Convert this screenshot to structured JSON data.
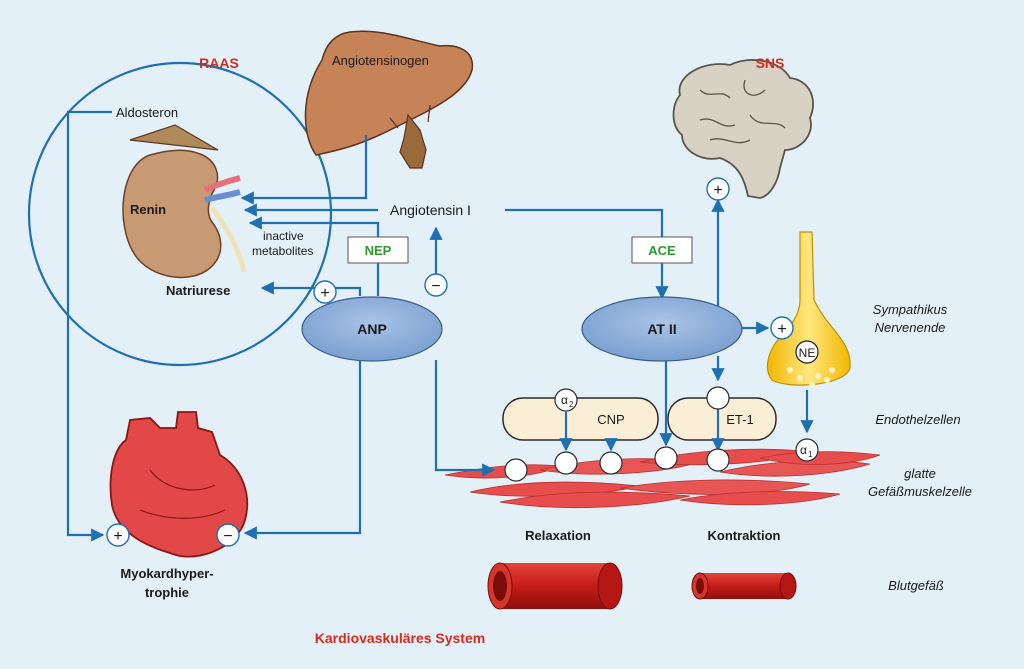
{
  "titles": {
    "raas": "RAAS",
    "sns": "SNS",
    "system": "Kardiovaskuläres System"
  },
  "labels": {
    "aldosteron": "Aldosteron",
    "angiotensinogen": "Angiotensinogen",
    "renin": "Renin",
    "inactive_metabolites_1": "inactive",
    "inactive_metabolites_2": "metabolites",
    "natriurese": "Natriurese",
    "angiotensin_1": "Angiotensin I",
    "nep": "NEP",
    "ace": "ACE",
    "anp": "ANP",
    "at2": "AT II",
    "ne": "NE",
    "cnp": "CNP",
    "et1": "ET-1",
    "alpha2": "α",
    "alpha2_sub": "2",
    "alpha1": "α",
    "alpha1_sub": "1",
    "myokard_1": "Myokardhyper-",
    "myokard_2": "trophie",
    "relaxation": "Relaxation",
    "kontraktion": "Kontraktion"
  },
  "side_labels": {
    "sympathikus_1": "Sympathikus",
    "sympathikus_2": "Nervenende",
    "endothel": "Endothelzellen",
    "glatte_1": "glatte",
    "glatte_2": "Gefäßmuskelzelle",
    "blutgefaess": "Blutgefäß"
  },
  "signs": {
    "plus": "+",
    "minus": "−"
  },
  "colors": {
    "background": "#e4f0f8",
    "arrow": "#1f6fb3",
    "title_red": "#d52b1e",
    "enzyme_green": "#2e9a2e",
    "ellipse_fill": "#8fb1dc",
    "muscle": "#e84d4d",
    "vessel": "#c8201f"
  }
}
